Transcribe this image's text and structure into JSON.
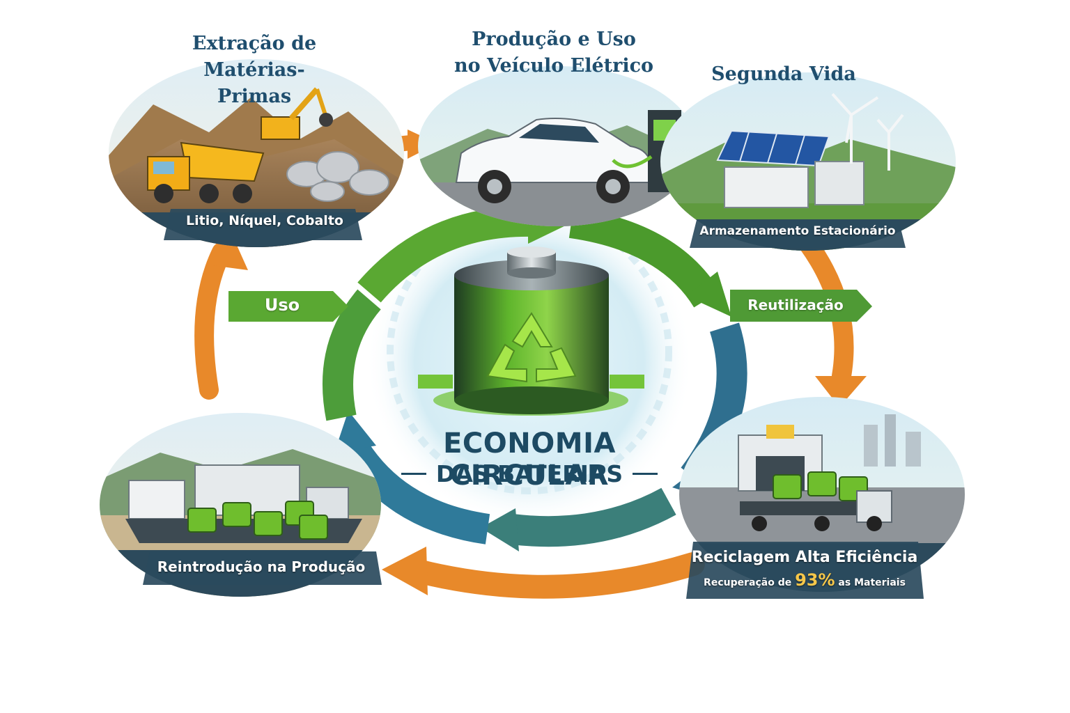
{
  "diagram": {
    "center": {
      "title": "ECONOMIA CIRCULAR",
      "subtitle": "DAS BATERIAS"
    },
    "stages": {
      "extraction": {
        "title_line1": "Extração de",
        "title_line2": "Matérias-Primas",
        "caption": "Litio, Níquel, Cobalto"
      },
      "production": {
        "title_line1": "Produção e Uso",
        "title_line2": "no Veículo Elétrico"
      },
      "second_life": {
        "title": "Segunda Vida",
        "caption": "Armazenamento Estacionário"
      },
      "recycling": {
        "caption_line1": "Reciclagem Alta Eficiência",
        "caption_line2_pre": "Recuperação de",
        "caption_line2_value": "93%",
        "caption_line2_post": "as Materiais"
      },
      "reintroduction": {
        "caption": "Reintrodução na Produção"
      }
    },
    "arrow_labels": {
      "left": "Uso",
      "right": "Reutilização"
    },
    "icons": [
      "recycle-icon",
      "battery-icon",
      "dump-truck-icon",
      "excavator-icon",
      "electric-car-icon",
      "charging-station-icon",
      "solar-panel-icon",
      "wind-turbine-icon",
      "factory-icon",
      "truck-icon"
    ],
    "colors": {
      "navy": "#1f4e6e",
      "green": "#5aa832",
      "orange": "#e8892a",
      "teal": "#2f6f8f",
      "lime": "#8bd02a"
    }
  }
}
